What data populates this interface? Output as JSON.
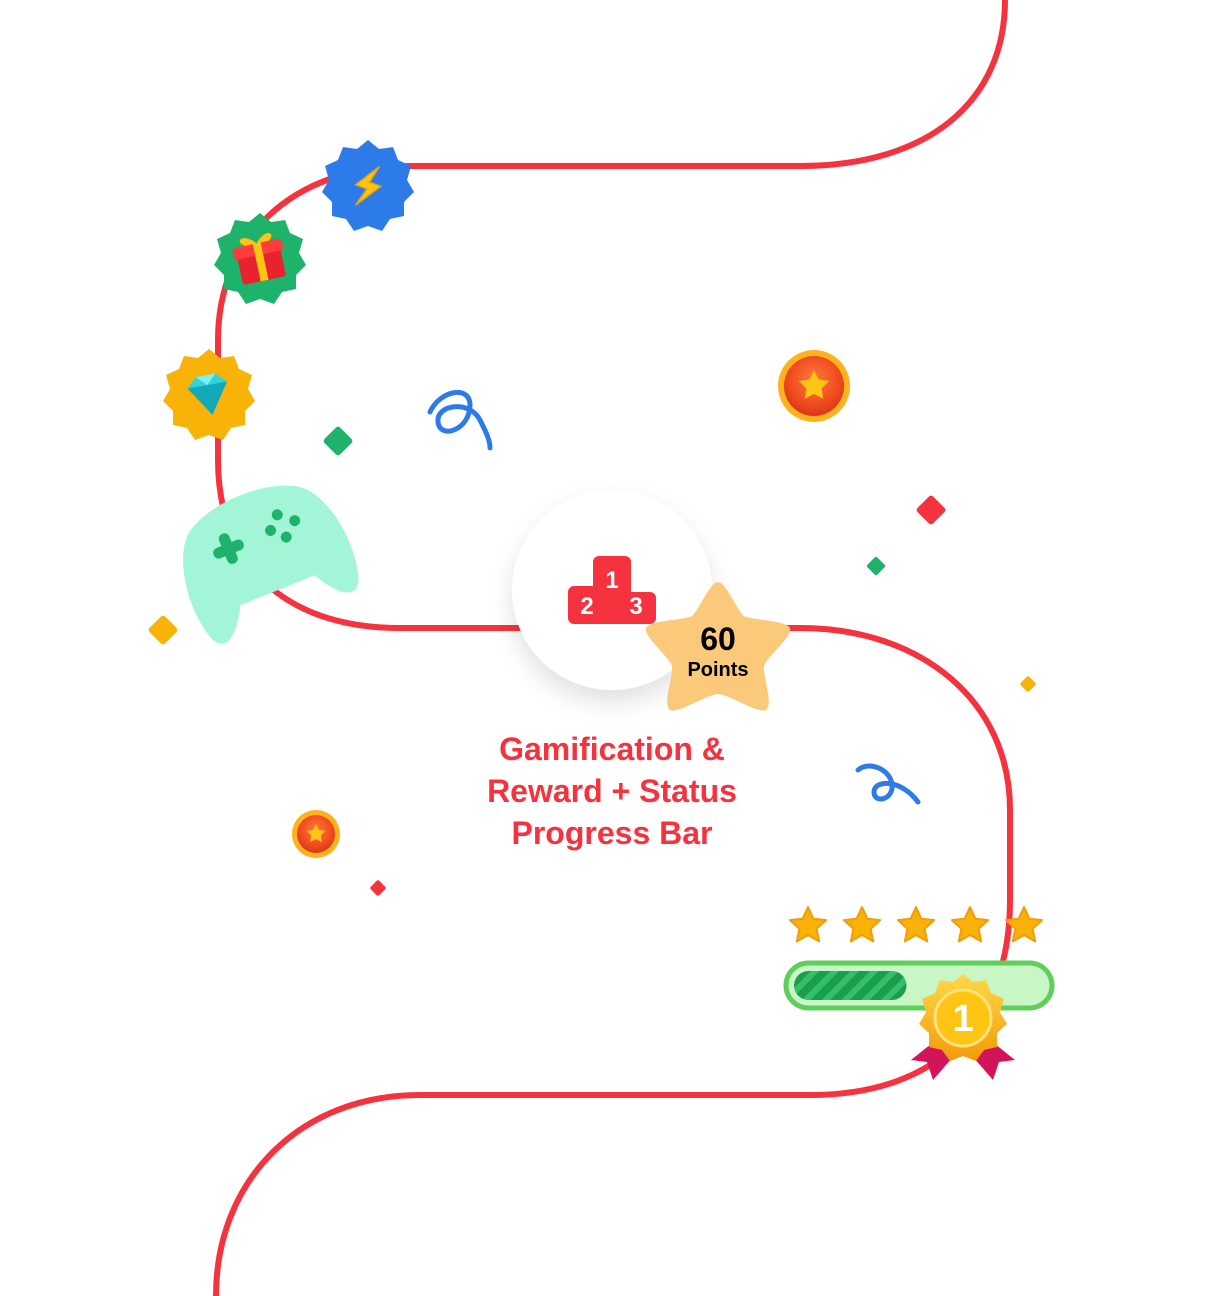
{
  "podium": {
    "first": "1",
    "second": "2",
    "third": "3"
  },
  "points_badge": {
    "value": "60",
    "label": "Points"
  },
  "caption": {
    "line1": "Gamification &",
    "line2": "Reward + Status",
    "line3": "Progress Bar"
  },
  "rating": {
    "stars_filled": 5,
    "stars_total": 5
  },
  "progress": {
    "fraction": 0.45
  },
  "rank_medal": {
    "rank": "1"
  },
  "colors": {
    "path": "#f5333f",
    "caption": "#f5333f",
    "gold": "#f9b208",
    "green": "#1fb26b",
    "blue": "#2d7be9",
    "mint": "#a3f5d8",
    "badge_peach": "#fbc97a",
    "progress_track": "#c8f7c5",
    "progress_border": "#5fcf5a",
    "progress_fill": "#1a9e4d"
  },
  "icons": [
    "lightning-icon",
    "gift-icon",
    "diamond-icon",
    "gamepad-icon",
    "podium-icon",
    "star-coin-icon",
    "star-icon",
    "medal-icon",
    "squiggle-icon",
    "sparkle-icon"
  ]
}
